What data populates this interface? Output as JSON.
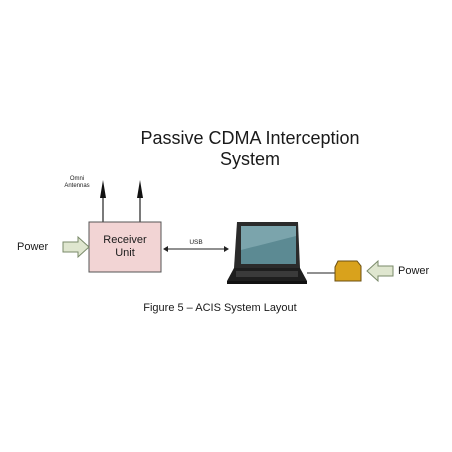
{
  "title_line1": "Passive CDMA Interception",
  "title_line2": "System",
  "omni_label_line1": "Omni",
  "omni_label_line2": "Antennas",
  "receiver_line1": "Receiver",
  "receiver_line2": "Unit",
  "usb_label": "USB",
  "power_left": "Power",
  "power_right": "Power",
  "caption": "Figure 5 – ACIS System Layout",
  "colors": {
    "receiver_fill": "#f2d4d4",
    "arrow_fill": "#dfe6cf",
    "dongle_fill": "#d9a21c",
    "laptop_body": "#2b2b2b"
  }
}
